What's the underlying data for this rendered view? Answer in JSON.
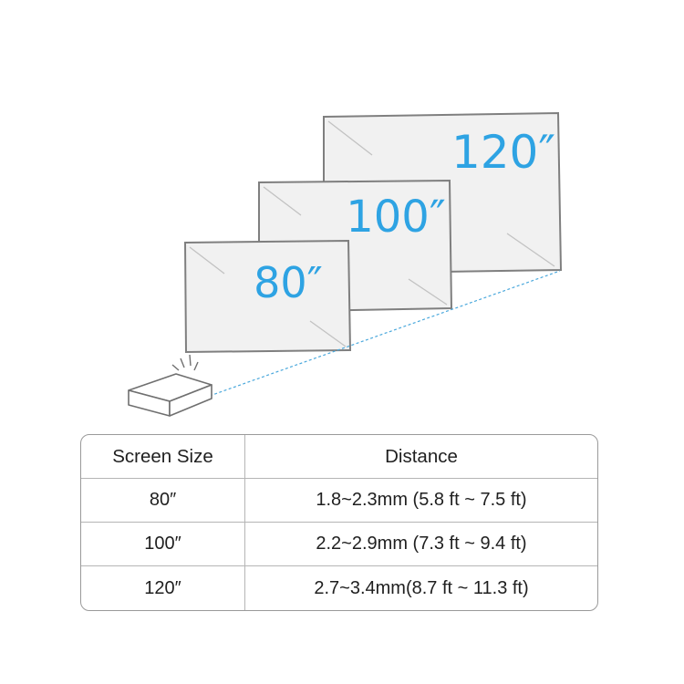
{
  "diagram": {
    "screens": [
      {
        "label": "80″"
      },
      {
        "label": "100″"
      },
      {
        "label": "120″"
      }
    ],
    "colors": {
      "label_blue": "#2ea3e3",
      "screen_fill": "#f1f1f1",
      "screen_border": "#7a7a7a",
      "beam_dash": "#4aa8dc"
    },
    "icons": [
      "projector-icon"
    ]
  },
  "table": {
    "headers": {
      "size": "Screen Size",
      "distance": "Distance"
    },
    "rows": [
      {
        "size": "80″",
        "distance": "1.8~2.3mm (5.8 ft ~ 7.5 ft)"
      },
      {
        "size": "100″",
        "distance": "2.2~2.9mm (7.3 ft ~ 9.4 ft)"
      },
      {
        "size": "120″",
        "distance": "2.7~3.4mm(8.7 ft ~ 11.3 ft)"
      }
    ]
  }
}
